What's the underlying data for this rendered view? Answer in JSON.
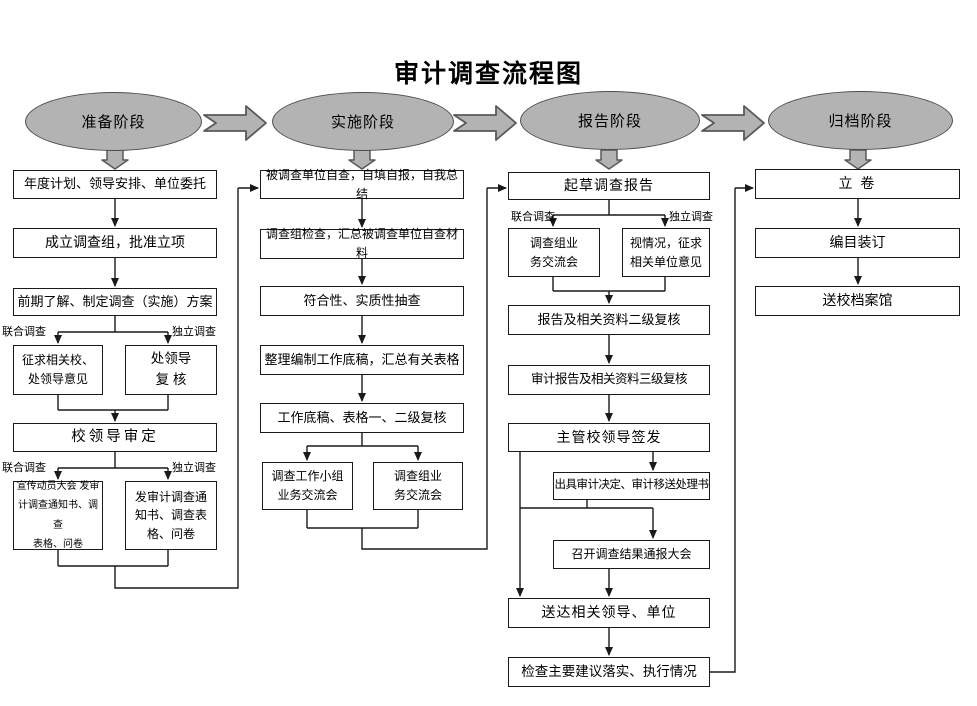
{
  "title": "审计调查流程图",
  "phases": [
    {
      "label": "准备阶段"
    },
    {
      "label": "实施阶段"
    },
    {
      "label": "报告阶段"
    },
    {
      "label": "归档阶段"
    }
  ],
  "branch_labels": {
    "joint": "联合调查",
    "independent": "独立调查"
  },
  "nodes": {
    "prep1": "年度计划、领导安排、单位委托",
    "prep2": "成立调查组，批准立项",
    "prep3": "前期了解、制定调查（实施）方案",
    "prep4a": "征求相关校、\n处领导意见",
    "prep4b": "处领导\n复  核",
    "prep5": "校领导审定",
    "prep6a": "宣传动员大会 发审\n计调查通知书、调查\n表格、问卷",
    "prep6b": "发审计调查通\n知书、调查表\n格、问卷",
    "impl1": "被调查单位自查，自填自报，自我总结",
    "impl2": "调查组检查，汇总被调查单位自查材料",
    "impl3": "符合性、实质性抽查",
    "impl4": "整理编制工作底稿，汇总有关表格",
    "impl5": "工作底稿、表格一、二级复核",
    "impl6a": "调查工作小组\n业务交流会",
    "impl6b": "调查组业\n务交流会",
    "rep1": "起草调查报告",
    "rep2a": "调查组业\n务交流会",
    "rep2b": "视情况，征求\n相关单位意见",
    "rep3": "报告及相关资料二级复核",
    "rep4": "审计报告及相关资料三级复核",
    "rep5": "主管校领导签发",
    "rep6": "出具审计决定、审计移送处理书",
    "rep7": "召开调查结果通报大会",
    "rep8": "送达相关领导、单位",
    "rep9": "检查主要建议落实、执行情况",
    "arch1": "立  卷",
    "arch2": "编目装订",
    "arch3": "送校档案馆"
  },
  "colors": {
    "shape_fill": "#b3b3b3",
    "shape_stroke": "#595959",
    "line": "#1a1a1a",
    "box_bg": "#ffffff"
  }
}
